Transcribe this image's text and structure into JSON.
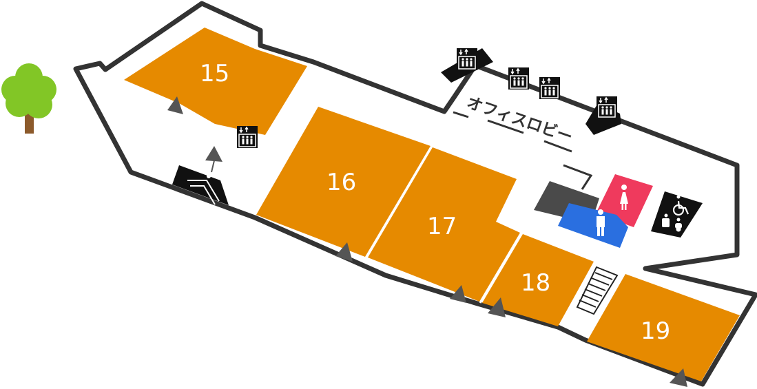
{
  "colors": {
    "tenant": "#e68a00",
    "corridor": "#ffffff",
    "outline": "#333333",
    "womens_restroom": "#ef3a5d",
    "mens_restroom": "#2a6fe0",
    "service_room": "#4a4a4a",
    "tree_canopy": "#82c626",
    "tree_trunk": "#8c5a2b",
    "entrance_marker": "#555555"
  },
  "units": [
    {
      "id": "15",
      "label": "15"
    },
    {
      "id": "16",
      "label": "16"
    },
    {
      "id": "17",
      "label": "17"
    },
    {
      "id": "18",
      "label": "18"
    },
    {
      "id": "19",
      "label": "19"
    }
  ],
  "lobby": {
    "label": "オフィスロビー"
  },
  "icons": {
    "elevator": "elevator-icon",
    "escalator": "escalator-icon",
    "stairs": "stairs-icon",
    "womens_restroom": "womens-restroom-icon",
    "mens_restroom": "mens-restroom-icon",
    "accessible_restroom": "wheelchair-icon",
    "baby_care": "baby-care-icon",
    "ostomate": "ostomate-icon",
    "tree": "tree-icon"
  }
}
